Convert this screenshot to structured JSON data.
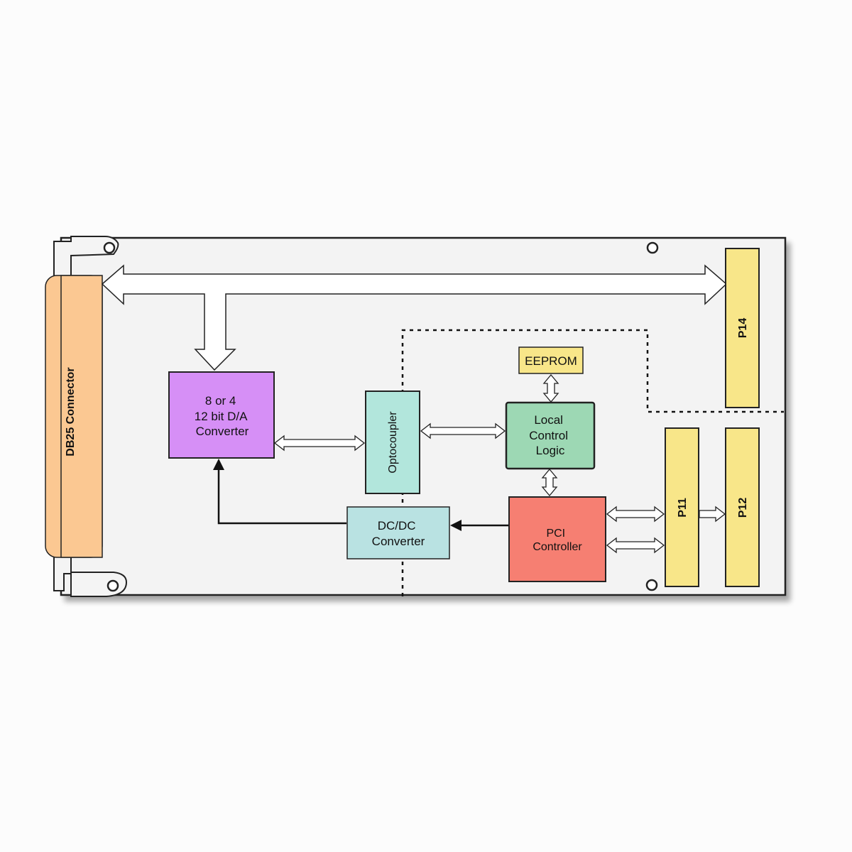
{
  "blocks": {
    "db25": {
      "label": "DB25 Connector",
      "color": "#fbc892"
    },
    "dac": {
      "lines": [
        "8 or 4",
        "12 bit D/A",
        "Converter"
      ],
      "color": "#d68ff6"
    },
    "opto": {
      "label": "Optocoupler",
      "color": "#b2e6dc"
    },
    "eeprom": {
      "label": "EEPROM",
      "color": "#f8e689"
    },
    "lcl": {
      "lines": [
        "Local",
        "Control",
        "Logic"
      ],
      "color": "#9dd8b4"
    },
    "dcdc": {
      "lines": [
        "DC/DC",
        "Converter"
      ],
      "color": "#b9e2e2"
    },
    "pci": {
      "lines": [
        "PCI",
        "Controller"
      ],
      "color": "#f67f72"
    },
    "p14": {
      "label": "P14",
      "color": "#f8e689"
    },
    "p11": {
      "label": "P11",
      "color": "#f8e689"
    },
    "p12": {
      "label": "P12",
      "color": "#f8e689"
    }
  },
  "board": {
    "color": "#f3f3f3",
    "panel_color": "#f4f4f4"
  }
}
